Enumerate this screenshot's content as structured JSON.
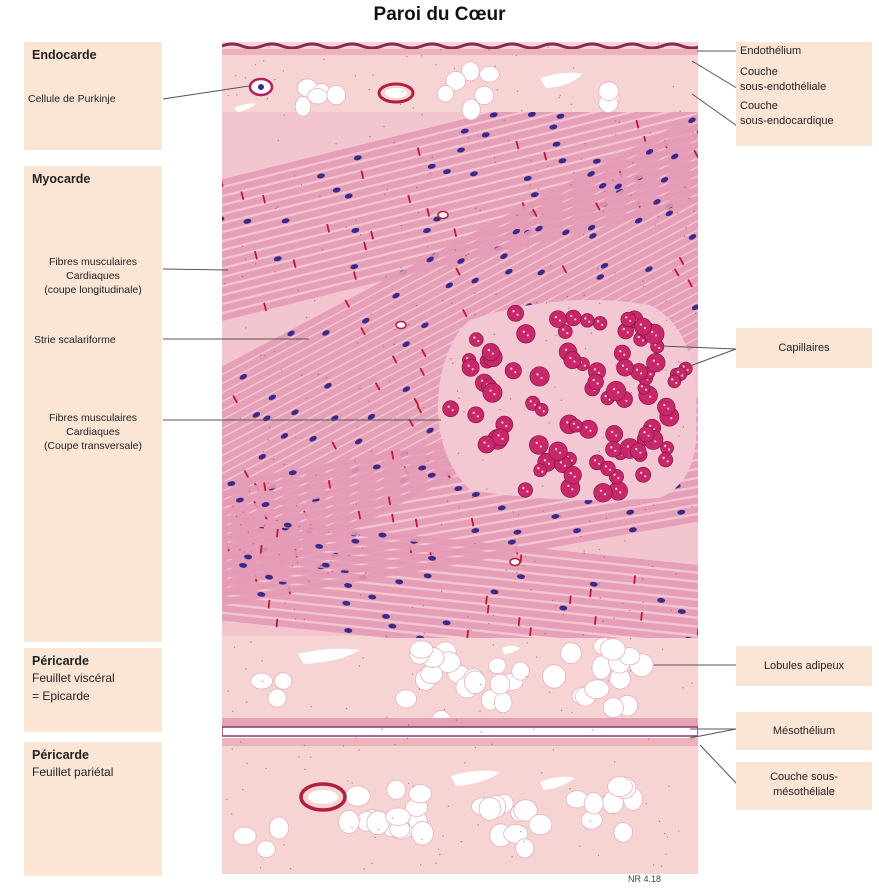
{
  "title": "Paroi du Cœur",
  "left_boxes": {
    "endocarde": {
      "header": "Endocarde"
    },
    "myocarde": {
      "header": "Myocarde"
    },
    "pericarde_visceral": {
      "header": "Péricarde",
      "line2": "Feuillet viscéral",
      "line3": "= Epicarde"
    },
    "pericarde_parietal": {
      "header": "Péricarde",
      "line2": "Feuillet pariétal"
    }
  },
  "left_labels": {
    "purkinje": "Cellule de Purkinje",
    "fibres_long_1": "Fibres musculaires",
    "fibres_long_2": "Cardiaques",
    "fibres_long_3": "(coupe longitudinale)",
    "strie": "Strie scalariforme",
    "fibres_trans_1": "Fibres musculaires",
    "fibres_trans_2": "Cardiaques",
    "fibres_trans_3": "(Coupe transversale)"
  },
  "right_labels": {
    "endothelium": "Endothélium",
    "sous_endo_1": "Couche",
    "sous_endo_2": "sous-endothéliale",
    "sous_endocard_1": "Couche",
    "sous_endocard_2": "sous-endocardique",
    "capillaires": "Capillaires",
    "lobules": "Lobules adipeux",
    "mesothelium": "Mésothélium",
    "sous_meso_1": "Couche sous-",
    "sous_meso_2": "mésothéliale"
  },
  "signature": "NR 4.18",
  "colors": {
    "tissue_bg": "#f6d2d2",
    "muscle": "#e49ab6",
    "nucleus": "#3a2a8a",
    "disc": "#c01830",
    "capillary": "#c8286a",
    "box_bg": "#fbe6d6"
  }
}
